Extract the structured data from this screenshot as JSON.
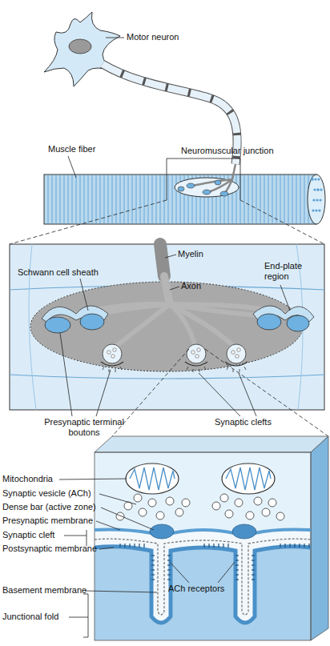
{
  "diagram": {
    "labels": [
      "Motor neuron",
      "Neuromuscular junction",
      "Muscle fiber",
      "Myelin",
      "Schwann cell sheath",
      "Axon",
      "End-plate region",
      "Presynaptic terminal boutons",
      "Synaptic clefts",
      "Mitochondria",
      "Synaptic vesicle (ACh)",
      "Dense bar (active zone)",
      "Presynaptic membrane",
      "Synaptic cleft",
      "Postsynaptic membrane",
      "Basement membrane",
      "ACh receptors",
      "Junctional fold"
    ]
  }
}
